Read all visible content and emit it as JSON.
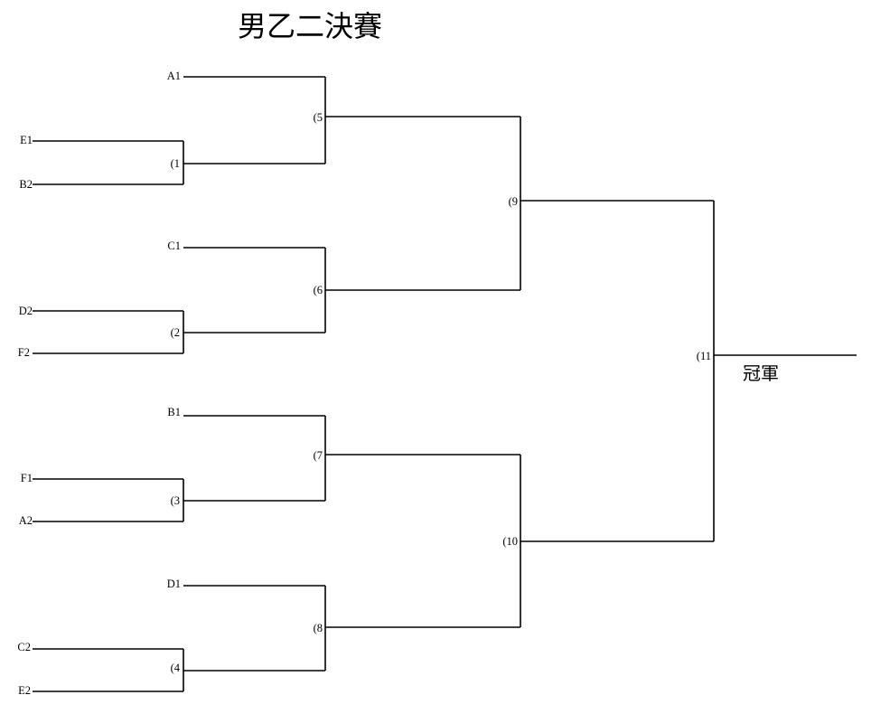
{
  "title": "男乙二決賽",
  "champion_label": "冠軍",
  "teams": {
    "A1": "A1",
    "E1": "E1",
    "B2": "B2",
    "C1": "C1",
    "D2": "D2",
    "F2": "F2",
    "B1": "B1",
    "F1": "F1",
    "A2": "A2",
    "D1": "D1",
    "C2": "C2",
    "E2": "E2"
  },
  "matches": {
    "m1": "(1",
    "m2": "(2",
    "m3": "(3",
    "m4": "(4",
    "m5": "(5",
    "m6": "(6",
    "m7": "(7",
    "m8": "(8",
    "m9": "(9",
    "m10": "(10",
    "m11": "(11"
  }
}
